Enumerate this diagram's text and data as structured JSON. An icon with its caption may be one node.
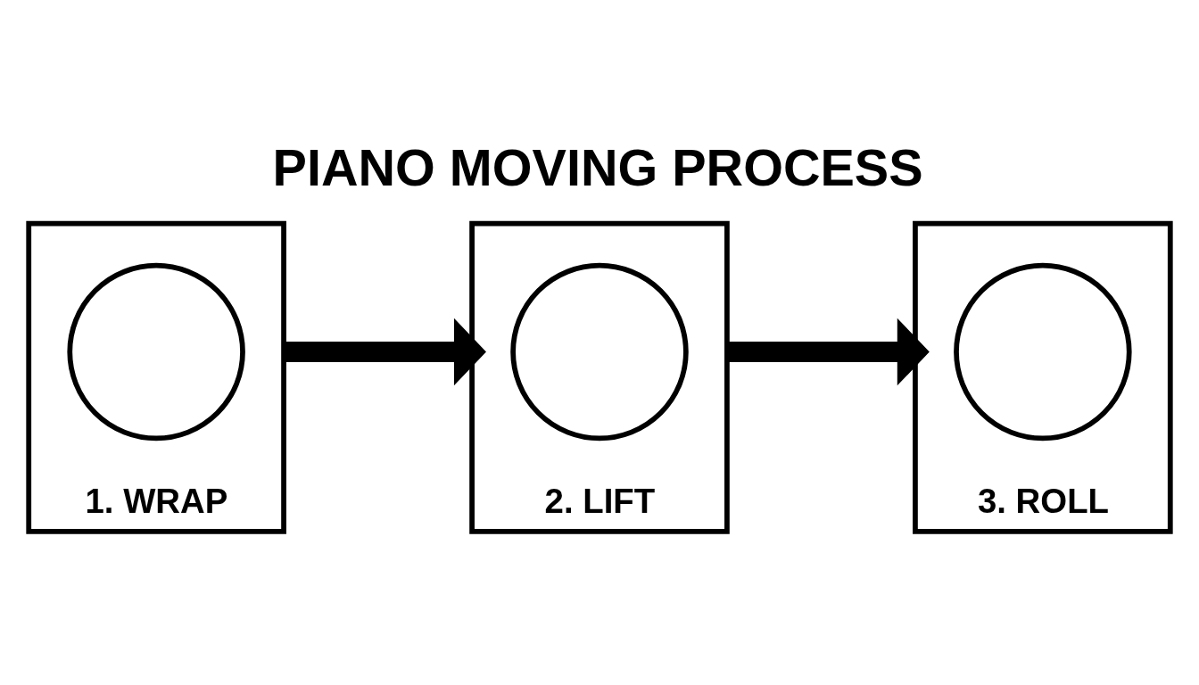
{
  "diagram": {
    "title": "PIANO MOVING PROCESS",
    "nodes": [
      {
        "text": [
          "1. WRAP"
        ]
      },
      {
        "text": [],
        "shape": "circle",
        "in": 0
      },
      {
        "text": [
          "2. LIFT"
        ]
      },
      {
        "text": [],
        "shape": "circle",
        "in": 2
      },
      {
        "text": [
          "3. ROLL"
        ]
      },
      {
        "text": [],
        "shape": "circle",
        "in": 4
      }
    ],
    "edges": [
      {
        "from": 0,
        "to": 2,
        "arrow": "to"
      },
      {
        "from": 2,
        "to": 4,
        "arrow": "to"
      }
    ]
  }
}
